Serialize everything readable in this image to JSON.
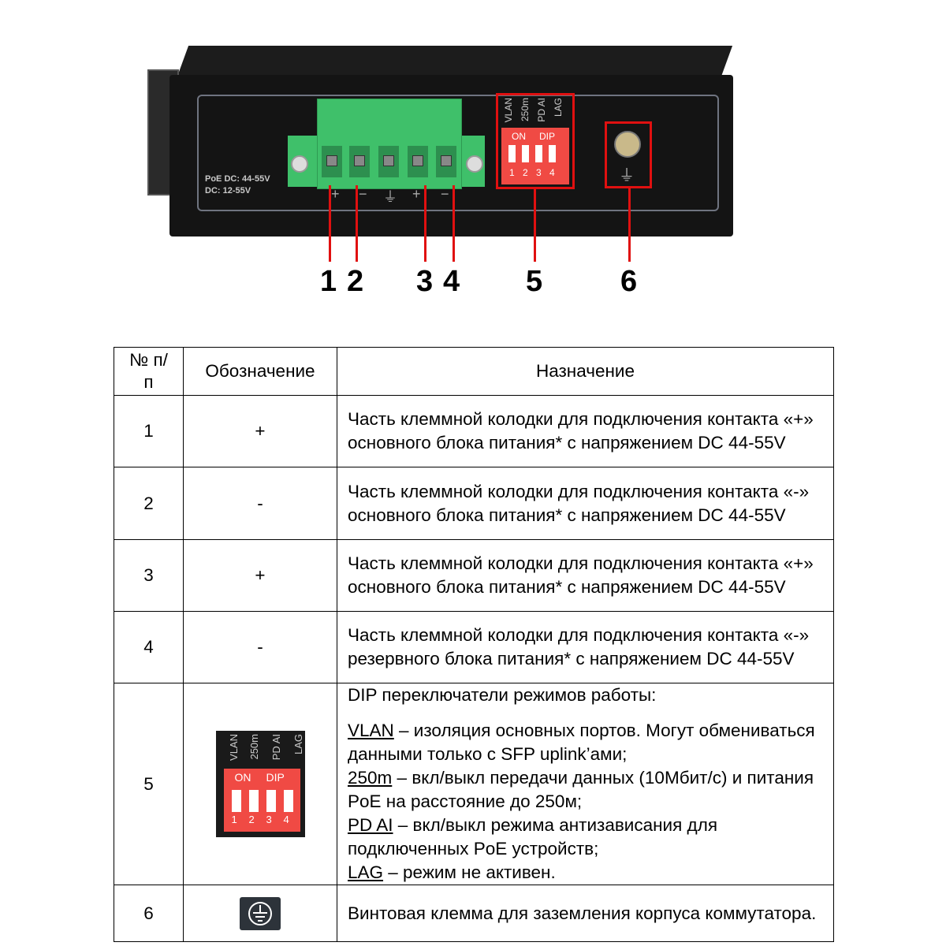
{
  "figure": {
    "panel_text": [
      "PoE DC: 44-55V",
      "DC: 12-55V"
    ],
    "terminal_symbols": [
      "+",
      "−",
      "⏚",
      "+",
      "−"
    ],
    "dip_labels": [
      "VLAN",
      "250m",
      "PD AI",
      "LAG"
    ],
    "dip_on": "ON",
    "dip_title": "DIP",
    "dip_numbers": [
      "1",
      "2",
      "3",
      "4"
    ],
    "callouts": [
      "1",
      "2",
      "3",
      "4",
      "5",
      "6"
    ]
  },
  "table": {
    "headers": {
      "num": "№ п/п",
      "designation": "Обозначение",
      "purpose": "Назначение"
    },
    "rows": [
      {
        "num": "1",
        "designation": "+",
        "purpose": "Часть клеммной колодки для подключения контакта «+» основного блока питания* с напряжением DC 44-55V"
      },
      {
        "num": "2",
        "designation": "-",
        "purpose": "Часть клеммной колодки для подключения контакта «-» основного блока питания* с напряжением DC 44-55V"
      },
      {
        "num": "3",
        "designation": "+",
        "purpose": "Часть клеммной колодки для подключения контакта «+» основного блока питания* с напряжением DC 44-55V"
      },
      {
        "num": "4",
        "designation": "-",
        "purpose": "Часть клеммной колодки для подключения контакта «-» резервного блока питания* с напряжением DC 44-55V"
      },
      {
        "num": "5",
        "purpose_title": "DIP переключатели режимов работы:",
        "modes": [
          {
            "name": "VLAN",
            "text": " – изоляция основных портов. Могут обмениваться данными только с SFP uplink’ами;"
          },
          {
            "name": "250m",
            "text": " – вкл/выкл передачи данных (10Мбит/с) и питания PoE на расстояние до 250м;"
          },
          {
            "name": "PD AI",
            "text": " – вкл/выкл режима антизависания для подключенных PoE устройств;"
          },
          {
            "name": "LAG",
            "text": " – режим не активен."
          }
        ]
      },
      {
        "num": "6",
        "purpose": "Винтовая клемма для заземления корпуса коммутатора."
      }
    ]
  }
}
